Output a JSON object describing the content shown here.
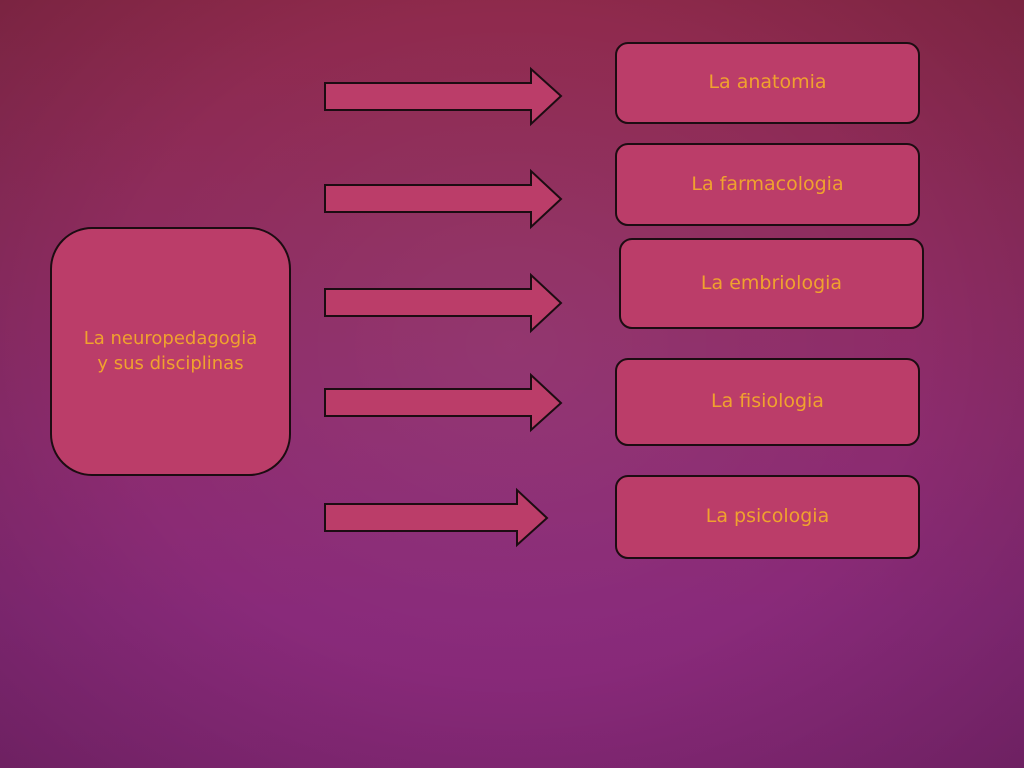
{
  "colors": {
    "box_fill": "#bb3d69",
    "box_border": "#1c0c12",
    "text": "#f0a22e",
    "background_top": "#8f2a4c",
    "background_bottom": "#862877"
  },
  "central": {
    "line1": "La neuropedagogia",
    "line2": "y sus disciplinas"
  },
  "disciplines": [
    {
      "label": "La anatomia"
    },
    {
      "label": "La farmacologia"
    },
    {
      "label": "La embriologia"
    },
    {
      "label": "La fisiologia"
    },
    {
      "label": "La psicologia"
    }
  ]
}
